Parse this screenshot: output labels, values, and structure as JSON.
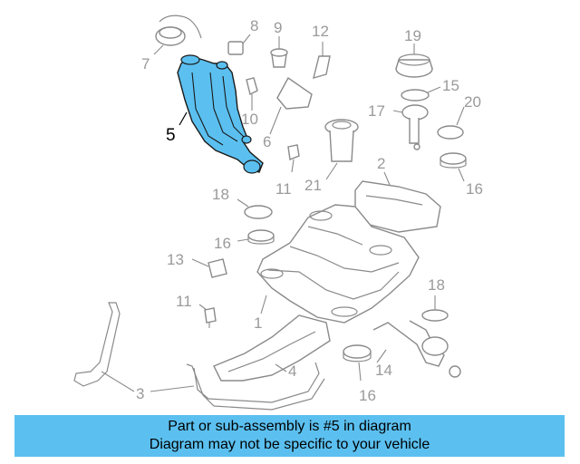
{
  "colors": {
    "highlight": "#5bc0f0",
    "banner": "#5bc0f0",
    "line": "#8a8a8a",
    "label": "#9a9a9a"
  },
  "diagram": {
    "highlighted_part": "5",
    "callouts": {
      "c7": "7",
      "c8": "8",
      "c9": "9",
      "c12": "12",
      "c19": "19",
      "c15": "15",
      "c20": "20",
      "c17": "17",
      "c5": "5",
      "c10": "10",
      "c6": "6",
      "c21": "21",
      "c11a": "11",
      "c2": "2",
      "c16a": "16",
      "c18a": "18",
      "c16b": "16",
      "c13": "13",
      "c11b": "11",
      "c1": "1",
      "c18b": "18",
      "c14": "14",
      "c4": "4",
      "c3": "3",
      "c16c": "16"
    }
  },
  "banner": {
    "line1": "Part or sub-assembly is #5 in diagram",
    "line2": "Diagram may not be specific to your vehicle"
  }
}
